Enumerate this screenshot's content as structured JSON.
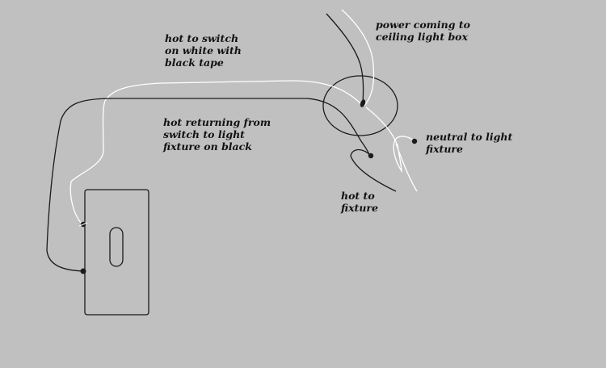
{
  "labels": {
    "hot_to_switch": "hot to switch\non white with\nblack tape",
    "hot_returning": "hot returning from\nswitch to light\nfixture on black",
    "power_coming": "power coming to\nceiling light box",
    "neutral_to_light": "neutral to light\nfixture",
    "hot_to_fixture": "hot to\nfixture"
  },
  "colors": {
    "background": "#c0c0c0",
    "black_wire": "#1a1a1a",
    "white_wire": "#ffffff"
  }
}
